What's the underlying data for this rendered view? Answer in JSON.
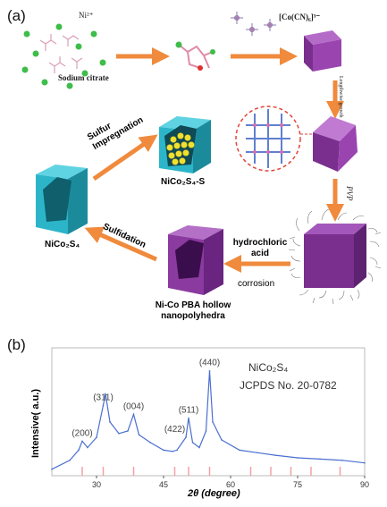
{
  "panel_a": {
    "label": "(a)",
    "ni_ion": "Ni²⁺",
    "sodium_citrate": "Sodium citrate",
    "complex": "[Co(CN)₆]³⁻",
    "lengthwise_growth": "Lengthwise growth",
    "pvp": "PVP",
    "sulfur_impregnation": "Sulfur Impregnation",
    "nico2s4_s": "NiCo₂S₄-S",
    "nico2s4": "NiCo₂S₄",
    "sulfidation": "Sulfidation",
    "hydrochloric_acid": "hydrochloric acid",
    "corrosion": "corrosion",
    "pba_hollow": "Ni-Co PBA hollow nanopolyhedra",
    "colors": {
      "arrow": "#f08a3c",
      "purple": "#8b3aa0",
      "cyan": "#2cb5c9",
      "red_dashed": "#e0453a"
    }
  },
  "panel_b": {
    "label": "(b)",
    "chart_data": {
      "type": "line",
      "xlabel": "2θ (degree)",
      "ylabel": "Intensive( a.u.)",
      "xlim": [
        20,
        90
      ],
      "xticks": [
        30,
        45,
        60,
        75,
        90
      ],
      "legend": [
        "NiCo₂S₄",
        "JCPDS No. 20-0782"
      ],
      "series": [
        {
          "x": [
            20,
            24,
            26,
            26.8,
            28,
            30,
            31.5,
            32,
            33,
            35,
            37,
            38.3,
            39.5,
            42,
            45,
            47,
            48,
            50,
            50.6,
            51.5,
            53,
            54.5,
            55.3,
            56,
            58,
            62,
            66,
            70,
            75,
            80,
            85,
            90
          ],
          "y": [
            0.05,
            0.12,
            0.2,
            0.27,
            0.22,
            0.3,
            0.55,
            0.64,
            0.42,
            0.33,
            0.35,
            0.48,
            0.32,
            0.26,
            0.2,
            0.19,
            0.2,
            0.3,
            0.45,
            0.26,
            0.22,
            0.35,
            0.82,
            0.42,
            0.28,
            0.2,
            0.18,
            0.16,
            0.14,
            0.13,
            0.12,
            0.1
          ]
        }
      ],
      "peaks": [
        {
          "label": "(200)",
          "x": 26.8
        },
        {
          "label": "(311)",
          "x": 31.5
        },
        {
          "label": "(004)",
          "x": 38.3
        },
        {
          "label": "(422)",
          "x": 47.5
        },
        {
          "label": "(511)",
          "x": 50.6
        },
        {
          "label": "(440)",
          "x": 55.3
        }
      ],
      "reference_lines": [
        26.8,
        31.5,
        38.3,
        47.5,
        50.6,
        55.3,
        64.5,
        69.0,
        73.5,
        78.0,
        84.5
      ],
      "colors": {
        "series": "#4a6fd0",
        "reference": "#f2a0a8",
        "frame": "#bbbbbb"
      }
    }
  }
}
